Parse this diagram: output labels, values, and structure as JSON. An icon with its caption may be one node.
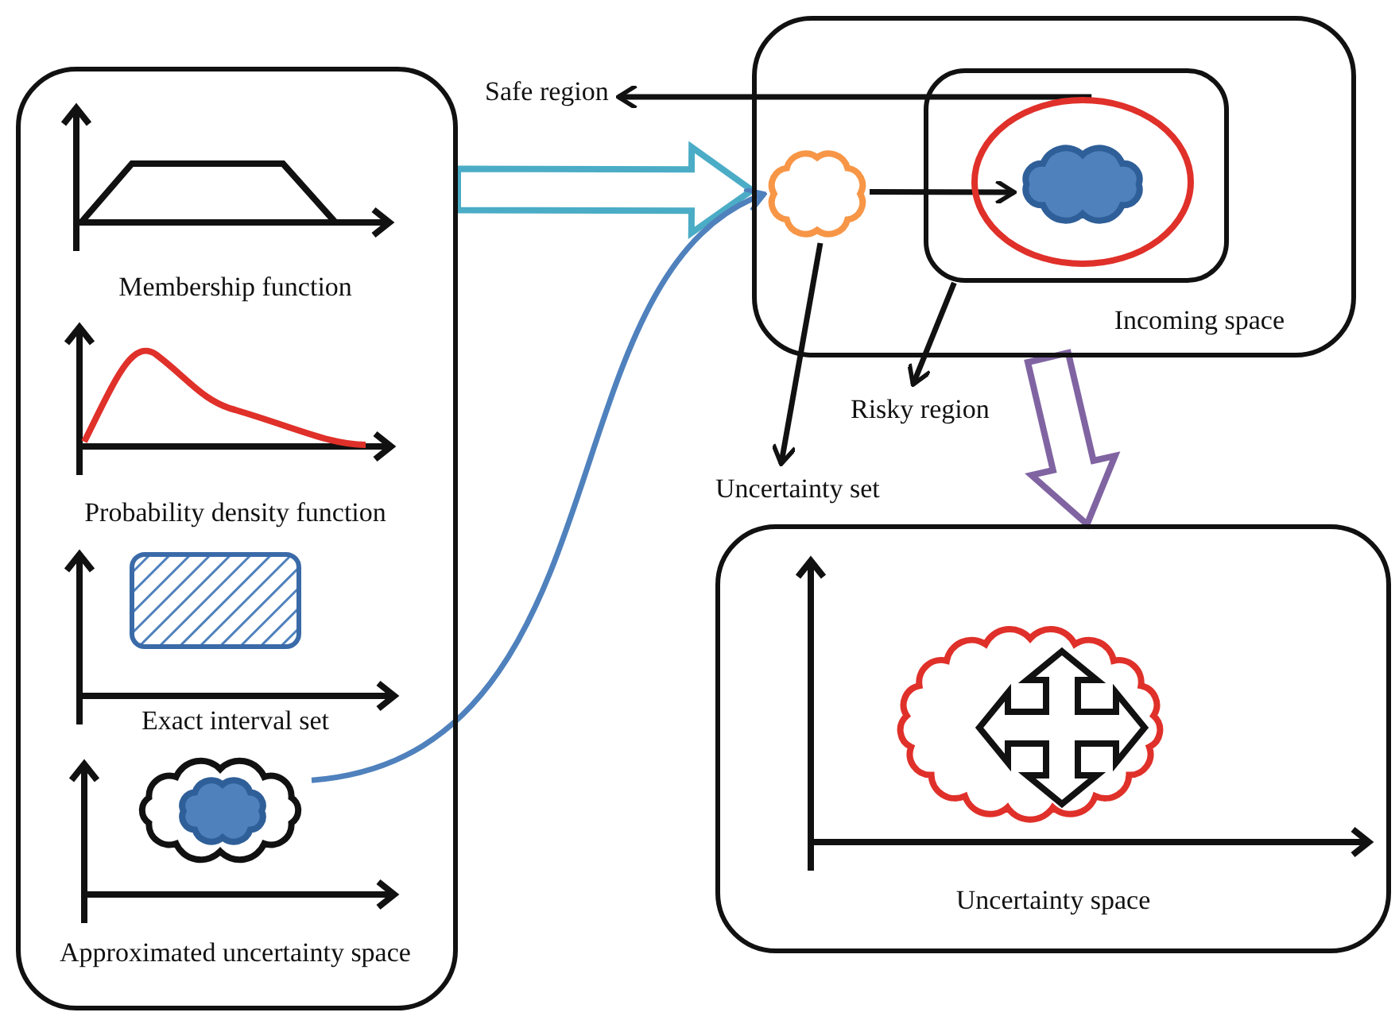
{
  "diagram": {
    "nodes": [
      {
        "text": [],
        "shape": "box"
      },
      {
        "text": [
          "Membership function"
        ],
        "in": 0
      },
      {
        "text": [
          "Probability density function"
        ],
        "in": 0
      },
      {
        "text": [
          "Exact interval set"
        ],
        "in": 0
      },
      {
        "text": [
          "Approximated uncertainty space"
        ],
        "in": 0
      },
      {
        "text": [],
        "shape": "cloud",
        "in": 4
      },
      {
        "text": [],
        "shape": "cloud",
        "in": 5
      },
      {
        "text": [
          "Incoming space"
        ]
      },
      {
        "text": [],
        "shape": "cloud",
        "in": 7
      },
      {
        "text": [],
        "shape": "box",
        "in": 7
      },
      {
        "text": [],
        "shape": "circle",
        "in": 9
      },
      {
        "text": [],
        "shape": "cloud",
        "in": 10
      },
      {
        "text": [
          "Safe region"
        ]
      },
      {
        "text": [
          "Risky region"
        ]
      },
      {
        "text": [
          "Uncertainty set"
        ]
      },
      {
        "text": [
          "Uncertainty space"
        ]
      },
      {
        "text": [],
        "shape": "cloud",
        "in": 15
      }
    ],
    "edges": [
      {
        "from": 0,
        "to": 7,
        "arrow": "to",
        "style": "thick",
        "color": "#4bacc6"
      },
      {
        "from": 7,
        "to": 15,
        "arrow": "to",
        "style": "thick",
        "color": "#8064a2"
      },
      {
        "from": 5,
        "to": 8,
        "arrow": "to",
        "color": "#4f81bd"
      },
      {
        "from": 8,
        "to": 11,
        "arrow": "to"
      },
      {
        "from": 10,
        "to": 12,
        "arrow": "to"
      },
      {
        "from": 9,
        "to": 13,
        "arrow": "to"
      },
      {
        "from": 8,
        "to": 14,
        "arrow": "to"
      }
    ]
  }
}
